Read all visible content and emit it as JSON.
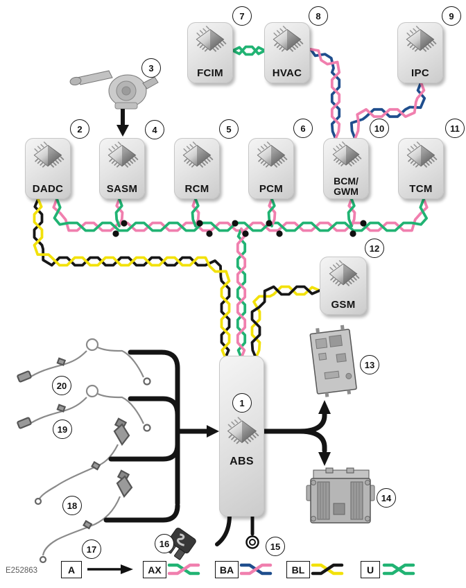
{
  "figure_code": "E252863",
  "wire_colors": {
    "pink": "#f07fae",
    "green": "#21b373",
    "blue": "#1f4e8d",
    "yellow": "#f2e10a",
    "black": "#161616",
    "harness_black": "#141414"
  },
  "icons": {
    "module_chip": "qfp-chip-icon",
    "ground_ring": "ring-terminal-icon",
    "fuse": "fuse-icon"
  },
  "modules": {
    "abs": {
      "label": "ABS",
      "callout": "1"
    },
    "dadc": {
      "label": "DADC",
      "callout": "2"
    },
    "sasm": {
      "label": "SASM",
      "callout": "4"
    },
    "rcm": {
      "label": "RCM",
      "callout": "5"
    },
    "pcm": {
      "label": "PCM",
      "callout": "6"
    },
    "fcim": {
      "label": "FCIM",
      "callout": "7"
    },
    "hvac": {
      "label": "HVAC",
      "callout": "8"
    },
    "ipc": {
      "label": "IPC",
      "callout": "9"
    },
    "bcm": {
      "label1": "BCM/",
      "label2": "GWM",
      "callout": "10"
    },
    "tcm": {
      "label": "TCM",
      "callout": "11"
    },
    "gsm": {
      "label": "GSM",
      "callout": "12"
    }
  },
  "callouts": {
    "3": "3",
    "13": "13",
    "14": "14",
    "15": "15",
    "16": "16",
    "17": "17",
    "18": "18",
    "19": "19",
    "20": "20"
  },
  "legend": {
    "a": {
      "code": "A",
      "type": "arrow"
    },
    "ax": {
      "code": "AX",
      "pair": [
        "green",
        "pink"
      ]
    },
    "ba": {
      "code": "BA",
      "pair": [
        "blue",
        "pink"
      ]
    },
    "bl": {
      "code": "BL",
      "pair": [
        "yellow",
        "black"
      ]
    },
    "u": {
      "code": "U",
      "pair": [
        "green",
        "green"
      ]
    }
  }
}
